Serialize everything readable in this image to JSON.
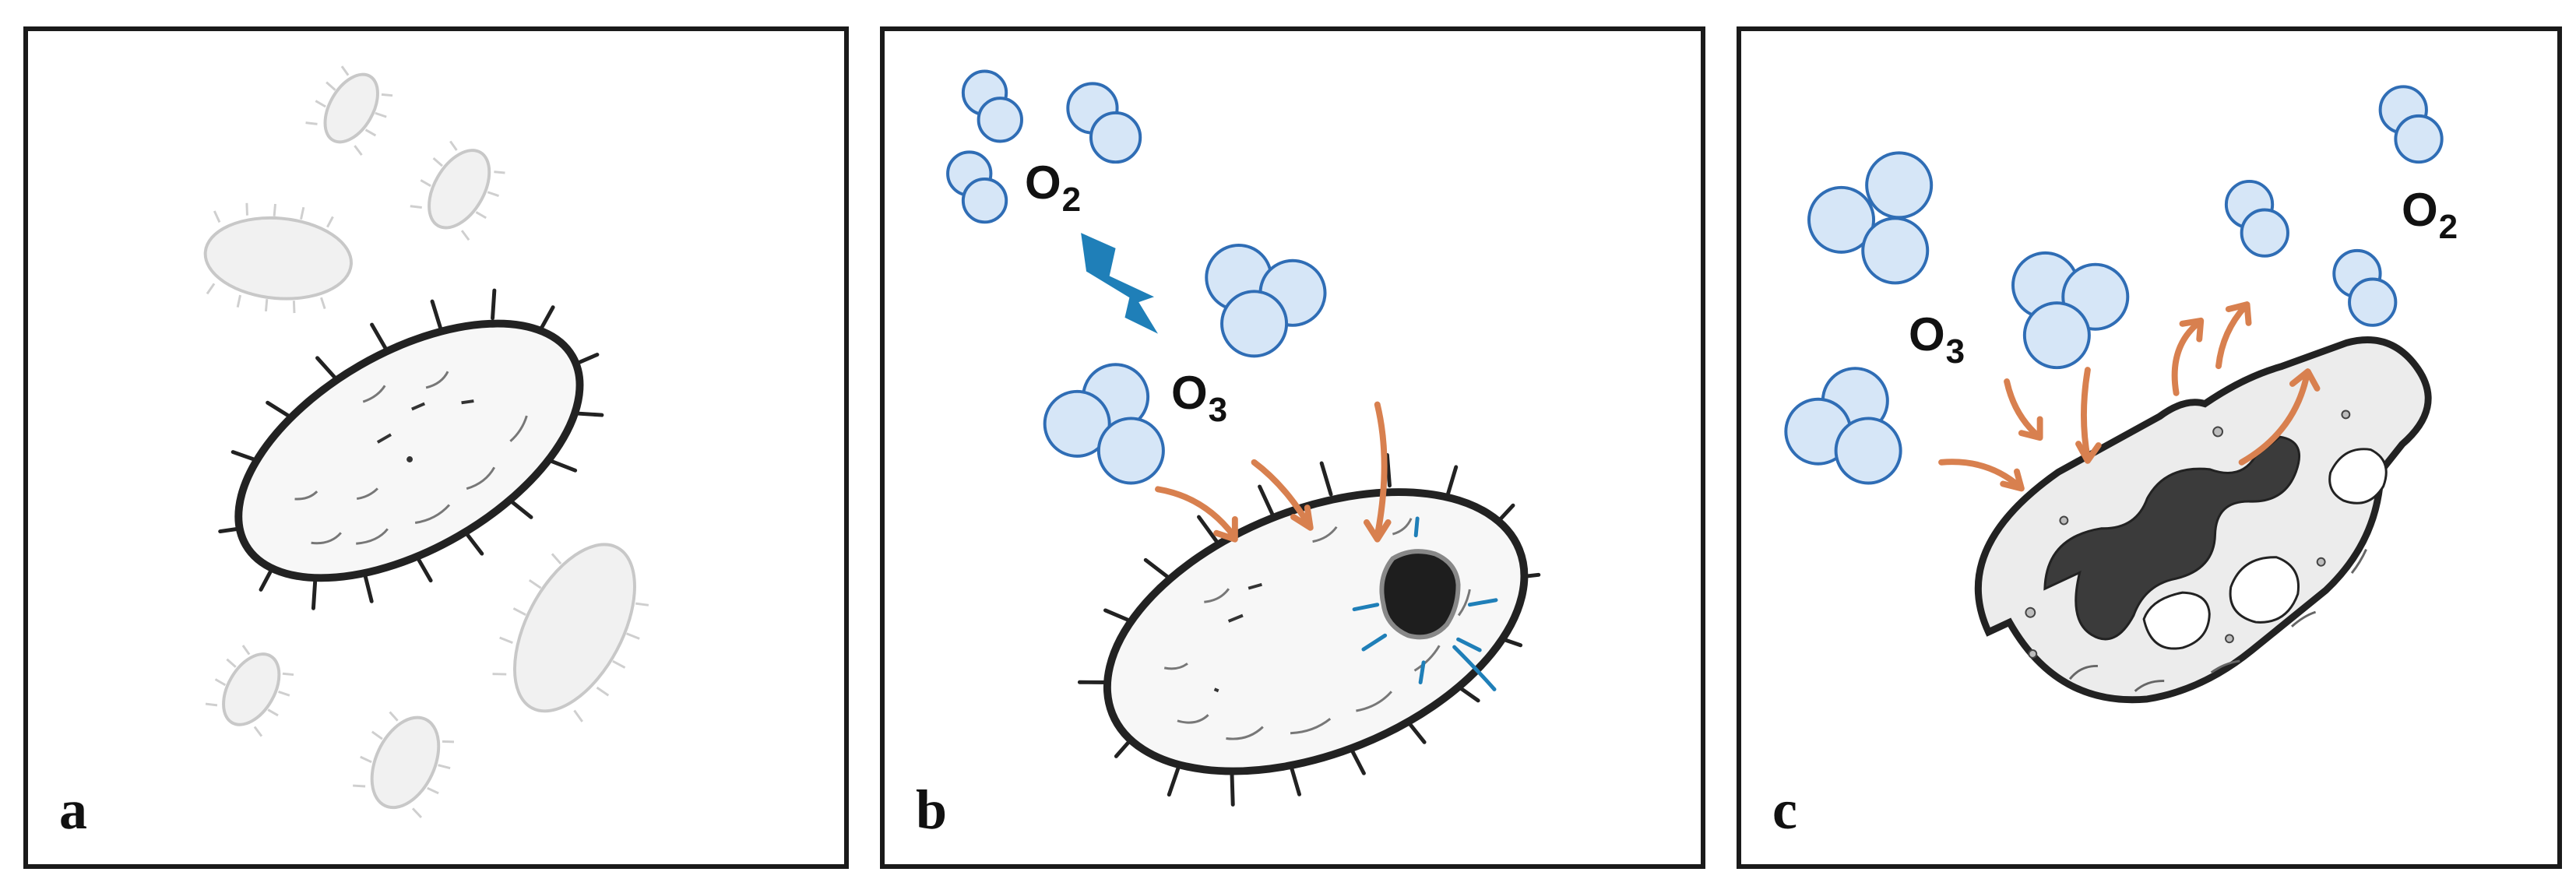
{
  "panels": [
    {
      "id": "a",
      "label": "a"
    },
    {
      "id": "b",
      "label": "b",
      "o2": {
        "base": "O",
        "sub": "2"
      },
      "o3": {
        "base": "O",
        "sub": "3"
      }
    },
    {
      "id": "c",
      "label": "c",
      "o3": {
        "base": "O",
        "sub": "3"
      },
      "o2": {
        "base": "O",
        "sub": "2"
      }
    }
  ],
  "colors": {
    "molecule_fill": "#d6e6f7",
    "molecule_stroke": "#2f6db5",
    "arrow": "#d8804f",
    "lightning": "#1f7fb8",
    "cell_outline": "#222222",
    "ghost_cell": "#c8c8c8",
    "damage": "#3b3b3b"
  }
}
